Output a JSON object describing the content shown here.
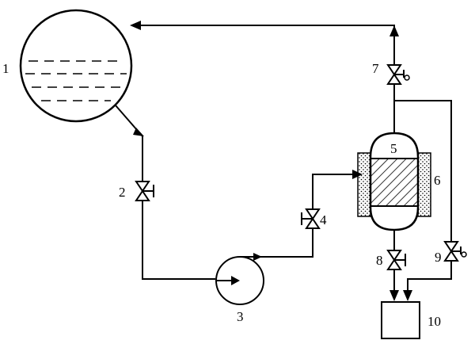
{
  "labels": {
    "tank": "1",
    "valve_2": "2",
    "pump": "3",
    "valve_4": "4",
    "reactor": "5",
    "heater_jacket": "6",
    "valve_7": "7",
    "valve_8": "8",
    "valve_9": "9",
    "collector": "10"
  },
  "colors": {
    "line": "#000000",
    "background": "#ffffff"
  }
}
